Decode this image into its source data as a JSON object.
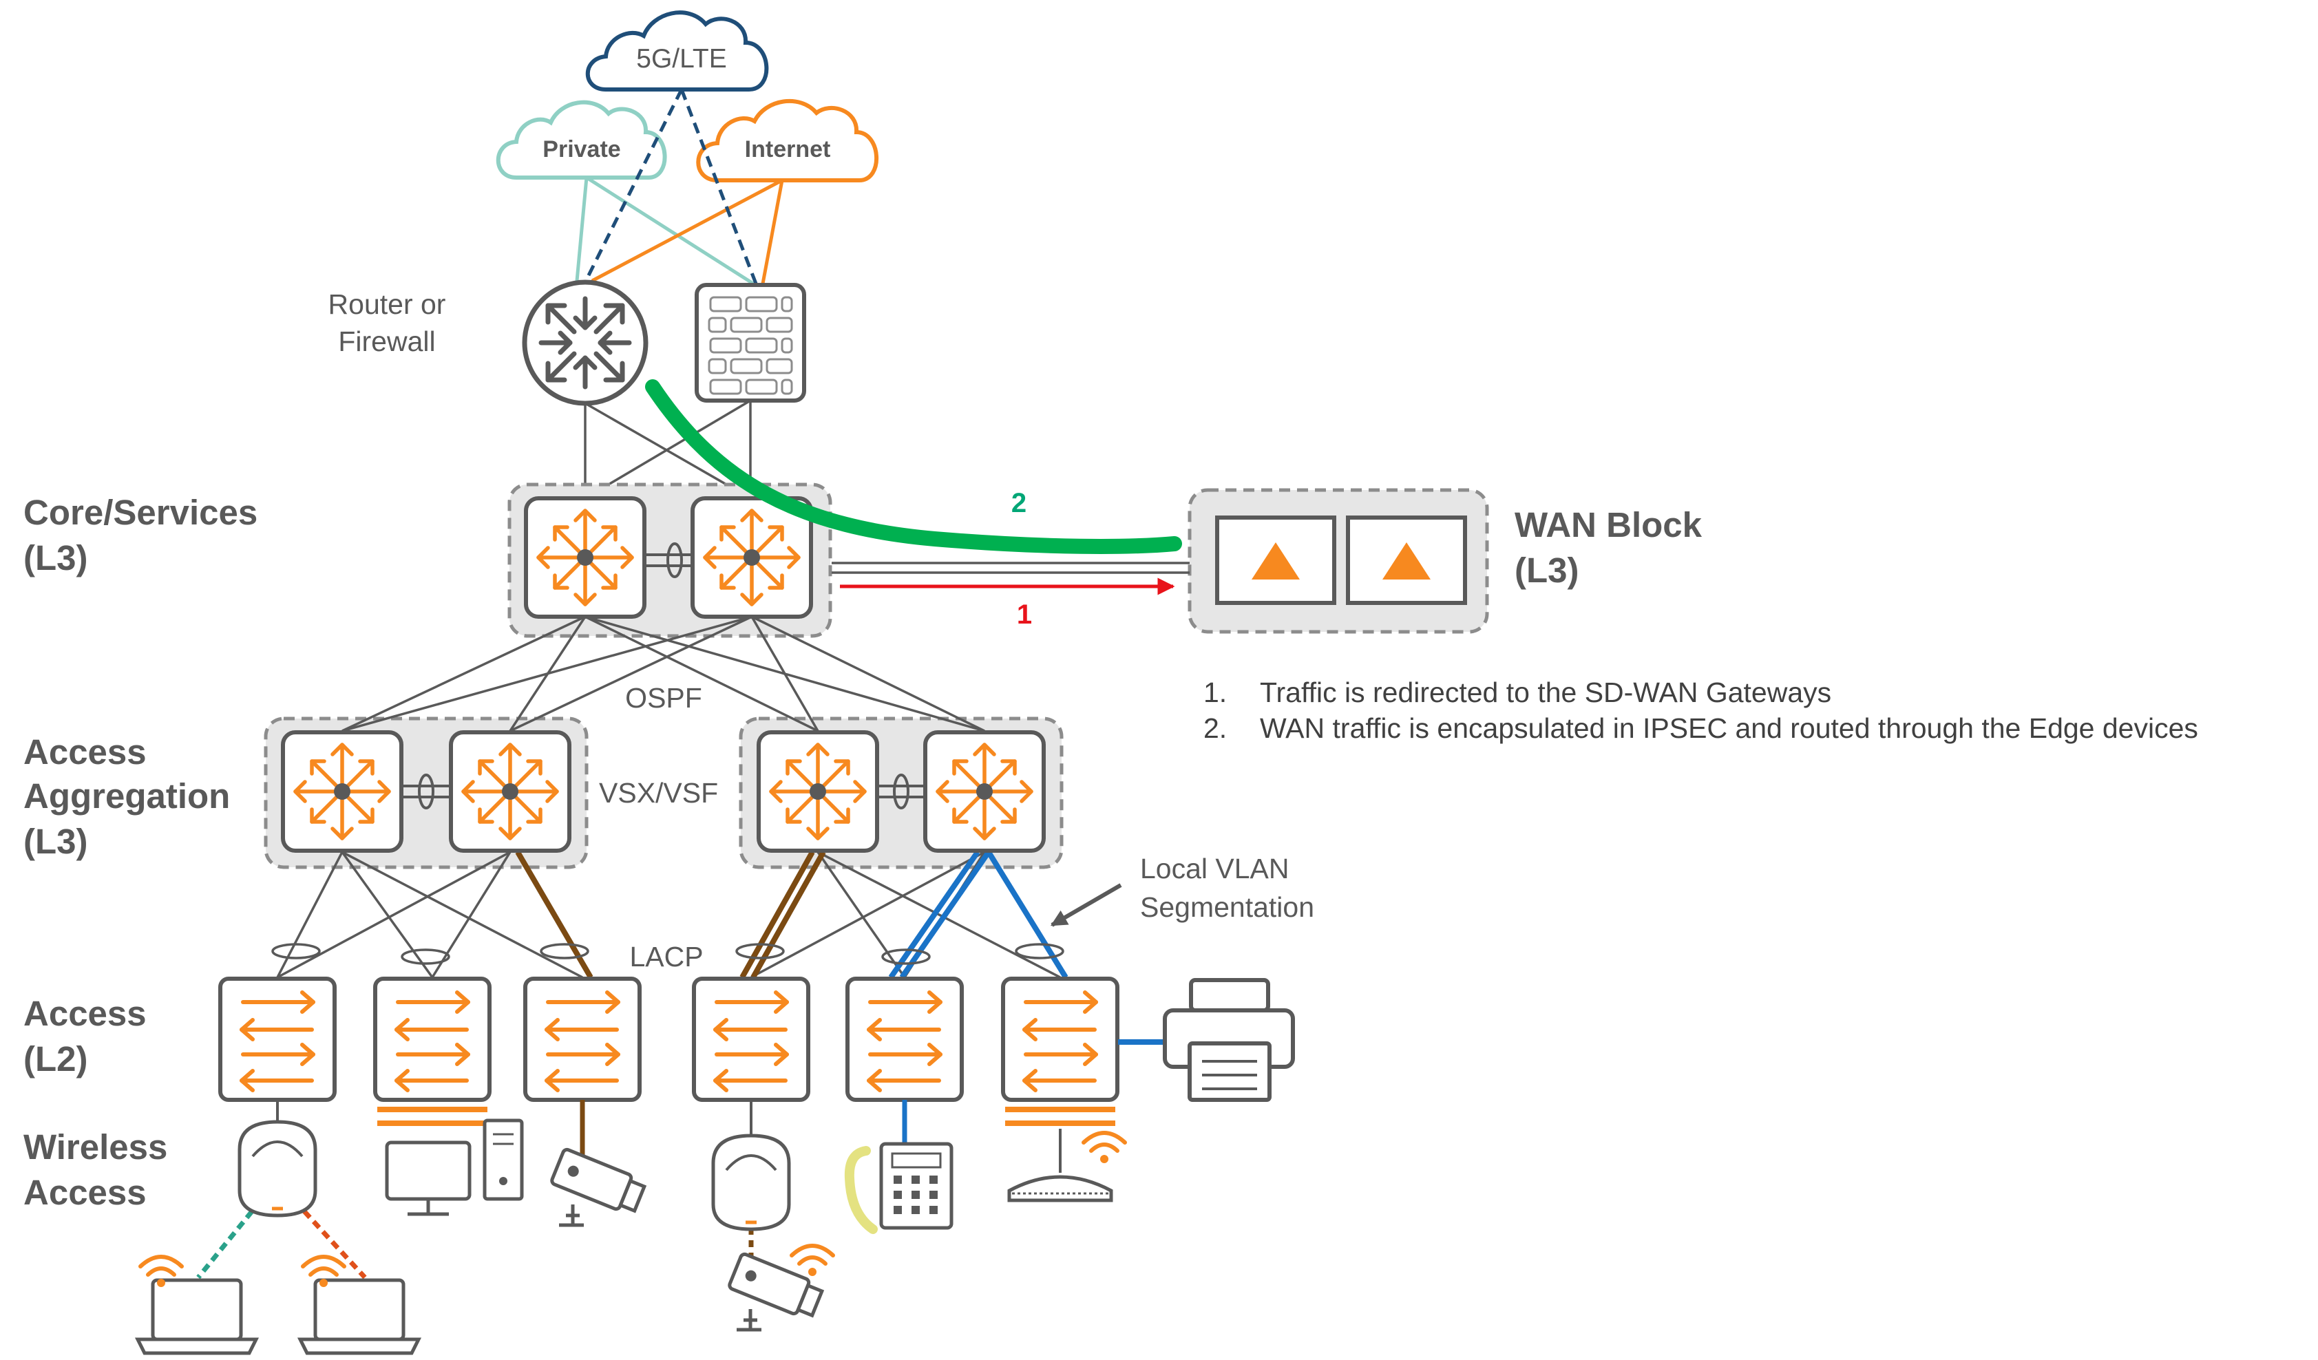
{
  "clouds": {
    "lte": "5G/LTE",
    "private": "Private",
    "internet": "Internet"
  },
  "labels": {
    "router_firewall": [
      "Router or",
      "Firewall"
    ],
    "core": [
      "Core/Services",
      "(L3)"
    ],
    "aggregation": [
      "Access",
      "Aggregation",
      "(L3)"
    ],
    "access": [
      "Access",
      "(L2)"
    ],
    "wireless": [
      "Wireless",
      "Access"
    ],
    "wan_block": [
      "WAN Block",
      "(L3)"
    ],
    "ospf": "OSPF",
    "vsx": "VSX/VSF",
    "lacp": "LACP",
    "local_vlan": [
      "Local VLAN",
      "Segmentation"
    ],
    "path_1": "1",
    "path_2": "2"
  },
  "notes": [
    {
      "num": "1.",
      "text": "Traffic is redirected to the SD-WAN Gateways"
    },
    {
      "num": "2.",
      "text": "WAN traffic is encapsulated in IPSEC and routed through the Edge devices"
    }
  ],
  "colors": {
    "device_outline": "#595959",
    "switch_orange": "#f7891f",
    "lte_cloud": "#1f4e79",
    "private_cloud": "#8fd0c4",
    "internet_cloud": "#f7891f",
    "green_path": "#00b050",
    "red_path": "#e8131b",
    "brown_vlan": "#7b4a12",
    "blue_vlan": "#1a73c7",
    "teal_link": "#2aa18a",
    "group_fill": "#e6e6e6"
  }
}
